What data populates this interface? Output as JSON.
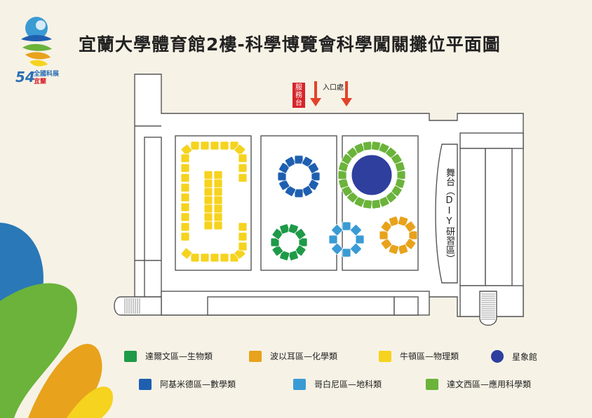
{
  "title": "宜蘭大學體育館2樓-科學博覽會科學闖關攤位平面圖",
  "logo": {
    "number": "54",
    "line1": "全國科展",
    "line2": "宜蘭"
  },
  "labels": {
    "service": "服務台",
    "entrance": "入口處",
    "stage": "舞台（DIY研習區）"
  },
  "colors": {
    "darwin": "#1e9a48",
    "boyle": "#e8a21c",
    "newton": "#f5d31e",
    "planetarium": "#2f3f9e",
    "archimedes": "#1f5fb0",
    "copernicus": "#3a9bd4",
    "davinci": "#6bb33b",
    "arrow": "#e2432a"
  },
  "legend": [
    {
      "label": "達爾文區—生物類",
      "color": "#1e9a48",
      "shape": "square"
    },
    {
      "label": "波以耳區—化學類",
      "color": "#e8a21c",
      "shape": "square"
    },
    {
      "label": "牛頓區—物理類",
      "color": "#f5d31e",
      "shape": "square"
    },
    {
      "label": "星象館",
      "color": "#2f3f9e",
      "shape": "circle"
    },
    {
      "label": "阿基米德區—數學類",
      "color": "#1f5fb0",
      "shape": "square"
    },
    {
      "label": "哥白尼區—地科類",
      "color": "#3a9bd4",
      "shape": "square"
    },
    {
      "label": "達文西區—應用科學類",
      "color": "#6bb33b",
      "shape": "square"
    }
  ]
}
